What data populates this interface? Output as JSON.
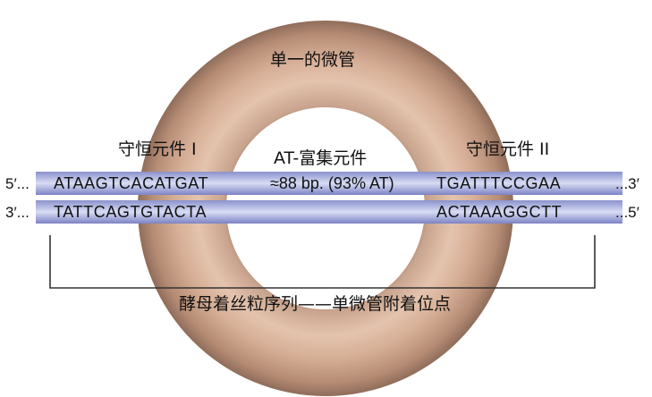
{
  "microtubule_label": "单一的微管",
  "element_1_label": "守恒元件 I",
  "element_2_label": "守恒元件 II",
  "at_rich_label": "AT-富集元件",
  "at_rich_length": "≈88 bp. (93% AT)",
  "top_strand": {
    "left_end": "5′...",
    "seq_left": "ATAAGTCACATGAT",
    "seq_right": "TGATTTCCGAA",
    "right_end": "...3′"
  },
  "bottom_strand": {
    "left_end": "3′...",
    "seq_left": "TATTCAGTGTACTA",
    "seq_right": "ACTAAAGGCTT",
    "right_end": "...5′"
  },
  "bracket_label": "酵母着丝粒序列——单微管附着位点",
  "colors": {
    "torus_outer": "#8f6d5a",
    "torus_mid": "#d9b29c",
    "torus_light": "#edd3c1",
    "strand_dark": "#7c83c4",
    "strand_light": "#d2d6f2",
    "text": "#111111",
    "bracket": "#333333"
  }
}
